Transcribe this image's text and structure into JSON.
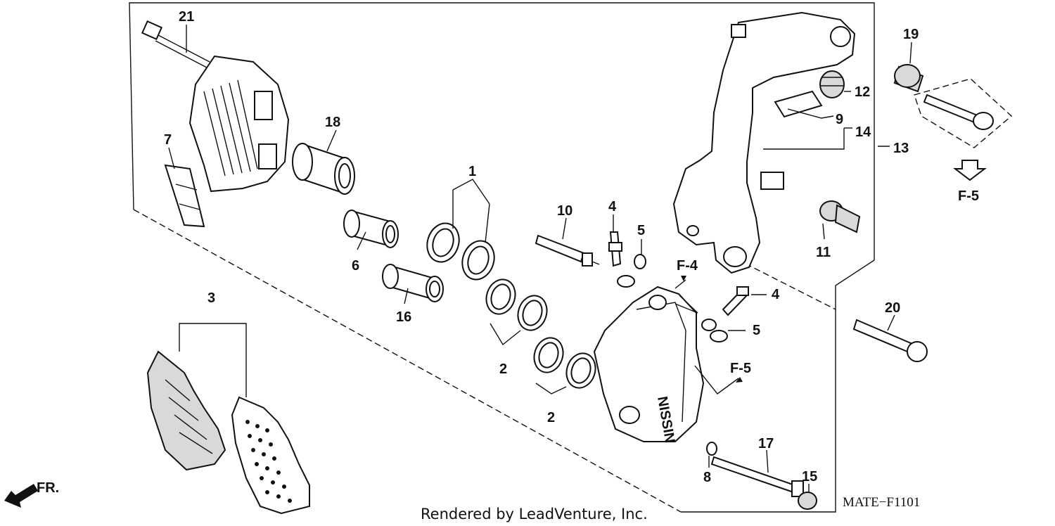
{
  "callouts": {
    "c1": "1",
    "c2a": "2",
    "c2b": "2",
    "c3": "3",
    "c4a": "4",
    "c4b": "4",
    "c5a": "5",
    "c5b": "5",
    "c6": "6",
    "c7": "7",
    "c8": "8",
    "c9": "9",
    "c10": "10",
    "c11": "11",
    "c12": "12",
    "c13": "13",
    "c14": "14",
    "c15": "15",
    "c16": "16",
    "c17": "17",
    "c18": "18",
    "c19": "19",
    "c20": "20",
    "c21": "21"
  },
  "refs": {
    "f4": "F-4",
    "f5a": "F-5",
    "f5b": "F-5"
  },
  "caliper_brand": "NISSIN",
  "direction_label": "FR.",
  "footer": "Rendered by LeadVenture, Inc.",
  "diagram_code": "MATE−F1101"
}
